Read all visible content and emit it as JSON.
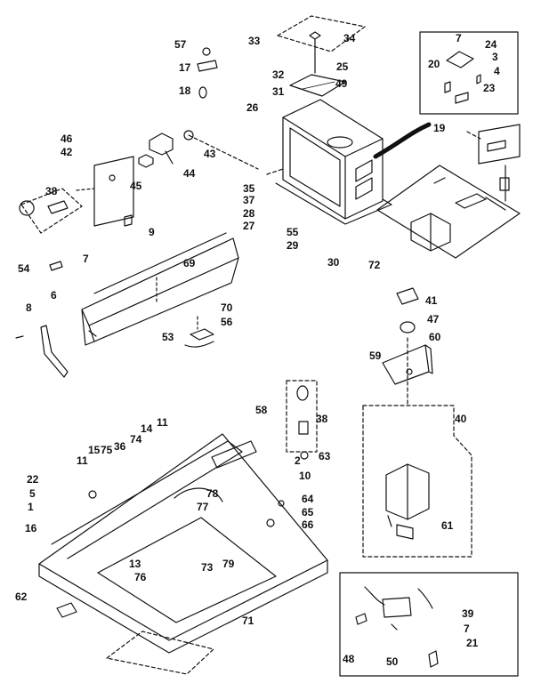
{
  "colors": {
    "ink": "#111111",
    "paper": "#ffffff",
    "harness": "#111111"
  },
  "labels": {
    "n1": "1",
    "n2": "2",
    "n3": "3",
    "n4": "4",
    "n5": "5",
    "n6": "6",
    "n7": "7",
    "n8": "8",
    "n9": "9",
    "n10": "10",
    "n11": "11",
    "n13": "13",
    "n14": "14",
    "n15": "15",
    "n16": "16",
    "n17": "17",
    "n18": "18",
    "n19": "19",
    "n20": "20",
    "n21": "21",
    "n22": "22",
    "n23": "23",
    "n24": "24",
    "n25": "25",
    "n26": "26",
    "n27": "27",
    "n28": "28",
    "n29": "29",
    "n30": "30",
    "n31": "31",
    "n32": "32",
    "n33": "33",
    "n34": "34",
    "n35": "35",
    "n36": "36",
    "n37": "37",
    "n38": "38",
    "n39": "39",
    "n40": "40",
    "n41": "41",
    "n42": "42",
    "n43": "43",
    "n44": "44",
    "n45": "45",
    "n46": "46",
    "n47": "47",
    "n48": "48",
    "n49": "49",
    "n50": "50",
    "n53": "53",
    "n54": "54",
    "n55": "55",
    "n56": "56",
    "n57": "57",
    "n58": "58",
    "n59": "59",
    "n60": "60",
    "n61": "61",
    "n62": "62",
    "n63": "63",
    "n64": "64",
    "n65": "65",
    "n66": "66",
    "n69": "69",
    "n70": "70",
    "n71": "71",
    "n72": "72",
    "n73": "73",
    "n74": "74",
    "n75": "75",
    "n76": "76",
    "n77": "77",
    "n78": "78",
    "n79": "79"
  }
}
